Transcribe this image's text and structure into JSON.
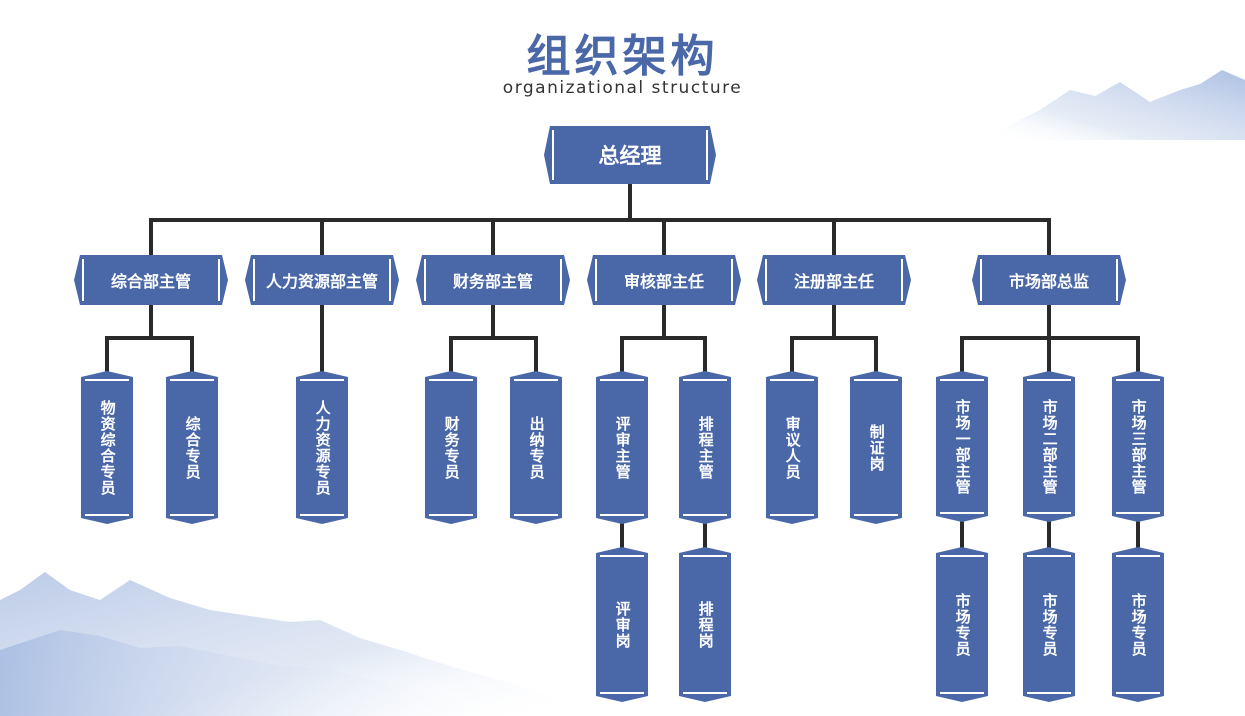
{
  "header": {
    "title": "组织架构",
    "subtitle": "organizational structure"
  },
  "colors": {
    "box": "#4a67a8",
    "line": "#2a2a2a",
    "mountain": "#c7d4ec"
  },
  "org": {
    "root": "总经理",
    "departments": [
      {
        "name": "综合部主管",
        "members": [
          "物资综合专员",
          "综合专员"
        ]
      },
      {
        "name": "人力资源部主管",
        "members": [
          "人力资源专员"
        ]
      },
      {
        "name": "财务部主管",
        "members": [
          "财务专员",
          "出纳专员"
        ]
      },
      {
        "name": "审核部主任",
        "members": [
          "评审主管",
          "排程主管"
        ],
        "sub_members": [
          "评审岗",
          "排程岗"
        ]
      },
      {
        "name": "注册部主任",
        "members": [
          "审议人员",
          "制证岗"
        ]
      },
      {
        "name": "市场部总监",
        "members": [
          "市场一部主管",
          "市场二部主管",
          "市场三部主管"
        ],
        "sub_members": [
          "市场专员",
          "市场专员",
          "市场专员"
        ]
      }
    ]
  }
}
